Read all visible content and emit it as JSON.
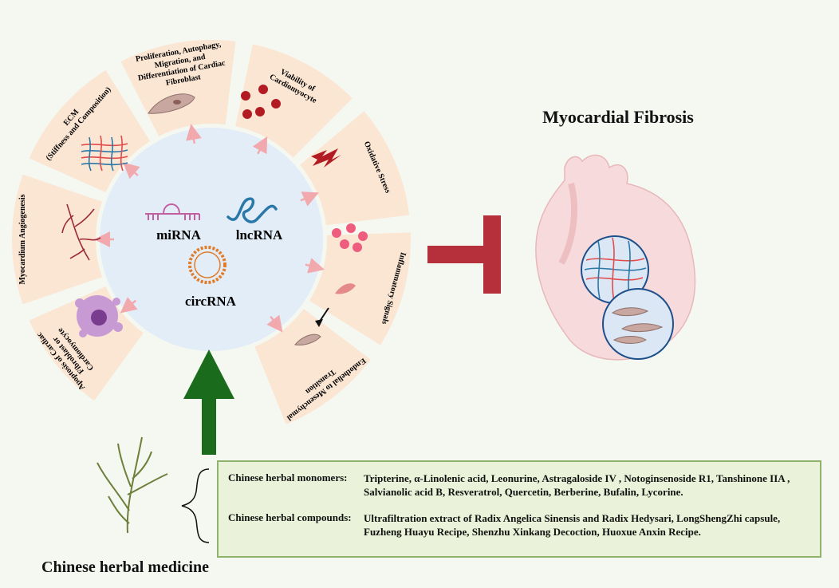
{
  "title": "Myocardial Fibrosis",
  "center_labels": {
    "mirna": "miRNA",
    "lncrna": "lncRNA",
    "circrna": "circRNA"
  },
  "segments": [
    {
      "key": "apoptosis",
      "lines": [
        "Apoptosis of Cardiac",
        "Fibroblast or",
        "Cardiomyocyte"
      ]
    },
    {
      "key": "angiogenesis",
      "lines": [
        "Myocardium Angiogenesis"
      ]
    },
    {
      "key": "ecm",
      "lines": [
        "ECM",
        "(Stiffness and Composition)"
      ]
    },
    {
      "key": "fibroblast",
      "lines": [
        "Proliferation, Autophagy,",
        "Migration, and",
        "Differentiation of Cardiac",
        "Fibroblast"
      ]
    },
    {
      "key": "viability",
      "lines": [
        "Viability of",
        "Cardiomyocyte"
      ]
    },
    {
      "key": "oxidative",
      "lines": [
        "Oxidative Stress"
      ]
    },
    {
      "key": "inflammatory",
      "lines": [
        "Inflammatory Signals"
      ]
    },
    {
      "key": "endmt",
      "lines": [
        "Endothelial to Mesenchymal",
        "Transition"
      ]
    }
  ],
  "herbal": {
    "label": "Chinese herbal medicine",
    "monomers_label": "Chinese herbal monomers:",
    "monomers": "Tripterine, α-Linolenic acid, Leonurine,  Astragaloside IV , Notoginsenoside R1, Tanshinone IIA , Salvianolic acid B,  Resveratrol, Quercetin,  Berberine,  Bufalin, Lycorine.",
    "compounds_label": "Chinese herbal compounds:",
    "compounds": "Ultrafiltration extract of Radix Angelica Sinensis and Radix Hedysari, LongShengZhi capsule, Fuzheng Huayu Recipe, Shenzhu Xinkang Decoction, Huoxue Anxin Recipe."
  },
  "colors": {
    "background": "#f4f8f0",
    "ring": "#fbe6d3",
    "center": "#e3edf8",
    "arrow_pink": "#f2a9ad",
    "inhibit_red": "#b5303b",
    "green_arrow": "#1b6b1d",
    "box_fill": "#eaf3d9",
    "box_border": "#8fb26d"
  },
  "icons": [
    "mirna-icon",
    "lncrna-icon",
    "circrna-icon",
    "fibroblast-icon",
    "cardiomyocyte-icon",
    "lightning-icon",
    "inflammatory-cells-icon",
    "endmt-icon",
    "ecm-mesh-icon",
    "vessels-icon",
    "apoptotic-cell-icon",
    "heart-icon",
    "herb-plant-icon"
  ]
}
